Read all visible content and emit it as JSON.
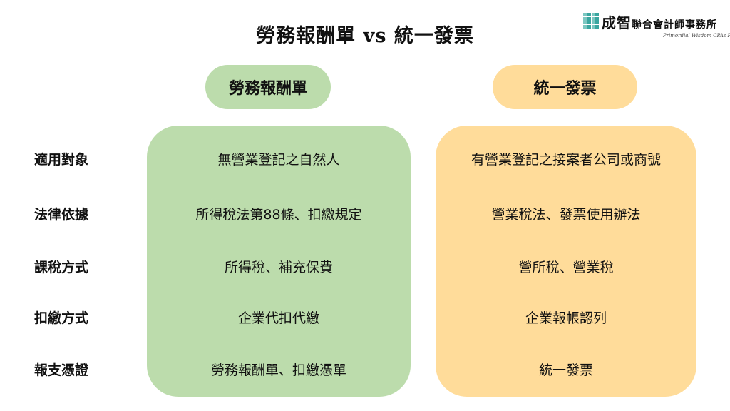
{
  "title": "勞務報酬單 vs 統一發票",
  "logo": {
    "name": "成智",
    "text": "聯合會計師事務所",
    "subtitle": "Primordial Wisdom CPAs Firms"
  },
  "columns": [
    {
      "header": "勞務報酬單",
      "color": "#bcdcac"
    },
    {
      "header": "統一發票",
      "color": "#ffdc9a"
    }
  ],
  "rows": [
    {
      "label": "適用對象",
      "values": [
        "無營業登記之自然人",
        "有營業登記之接案者公司或商號"
      ]
    },
    {
      "label": "法律依據",
      "values": [
        "所得稅法第88條、扣繳規定",
        "營業稅法、發票使用辦法"
      ]
    },
    {
      "label": "課稅方式",
      "values": [
        "所得稅、補充保費",
        "營所稅、營業稅"
      ]
    },
    {
      "label": "扣繳方式",
      "values": [
        "企業代扣代繳",
        "企業報帳認列"
      ]
    },
    {
      "label": "報支憑證",
      "values": [
        "勞務報酬單、扣繳憑單",
        "統一發票"
      ]
    }
  ]
}
